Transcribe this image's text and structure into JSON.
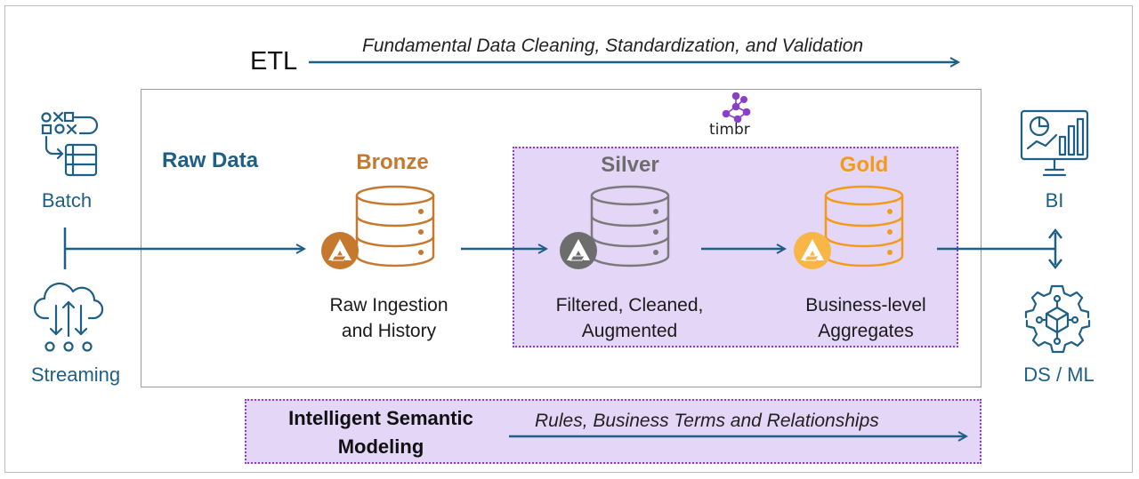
{
  "etl": {
    "label": "ETL",
    "description": "Fundamental Data Cleaning, Standardization, and Validation"
  },
  "sources": {
    "batch": {
      "label": "Batch",
      "icon": "batch-process-icon"
    },
    "streaming": {
      "label": "Streaming",
      "icon": "cloud-streaming-icon"
    }
  },
  "stages": {
    "raw": {
      "title": "Raw Data",
      "color": "#1e5f86"
    },
    "bronze": {
      "title": "Bronze",
      "description": "Raw Ingestion and History",
      "color": "#c5782e",
      "icon": "database-icon"
    },
    "silver": {
      "title": "Silver",
      "description": "Filtered, Cleaned, Augmented",
      "color": "#6d6d6d",
      "icon": "database-icon"
    },
    "gold": {
      "title": "Gold",
      "description": "Business-level Aggregates",
      "color": "#f39a1b",
      "icon": "database-icon"
    }
  },
  "brand": {
    "name": "timbr",
    "color": "#8a3fc9"
  },
  "consumers": {
    "bi": {
      "label": "BI",
      "icon": "dashboard-monitor-icon"
    },
    "dsml": {
      "label": "DS / ML",
      "icon": "neural-gear-icon"
    }
  },
  "semantic_modeling": {
    "title": "Intelligent Semantic Modeling",
    "description": "Rules, Business Terms and Relationships"
  },
  "colors": {
    "arrow": "#1e5f86",
    "zone_fill": "#e4d6f7",
    "zone_border": "#8a3fc9"
  }
}
